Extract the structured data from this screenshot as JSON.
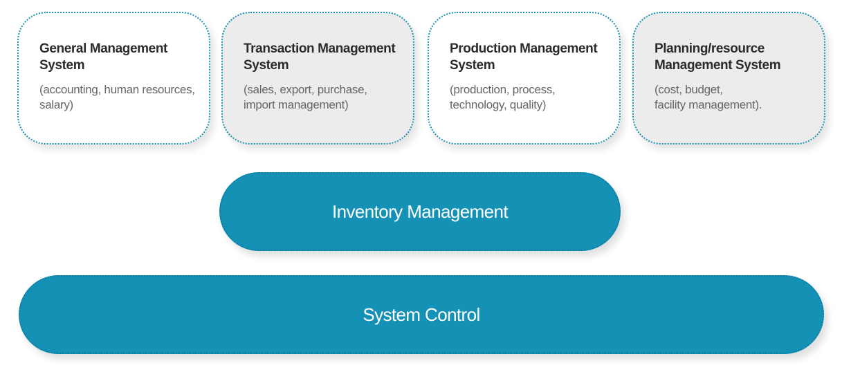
{
  "boxes": [
    {
      "title": "General Management\nSystem",
      "subtitle": "(accounting, human resources,\nsalary)"
    },
    {
      "title": "Transaction Management\nSystem",
      "subtitle": "(sales, export, purchase,\nimport management)"
    },
    {
      "title": "Production Management\nSystem",
      "subtitle": "(production, process,\ntechnology, quality)"
    },
    {
      "title": "Planning/resource\nManagement  System",
      "subtitle": "(cost, budget,\nfacility management)."
    }
  ],
  "inventory": {
    "label": "Inventory Management"
  },
  "system_control": {
    "label": "System Control"
  },
  "colors": {
    "accent": "#1591b5",
    "border": "#1a93b3",
    "grey_box": "#ececec"
  }
}
